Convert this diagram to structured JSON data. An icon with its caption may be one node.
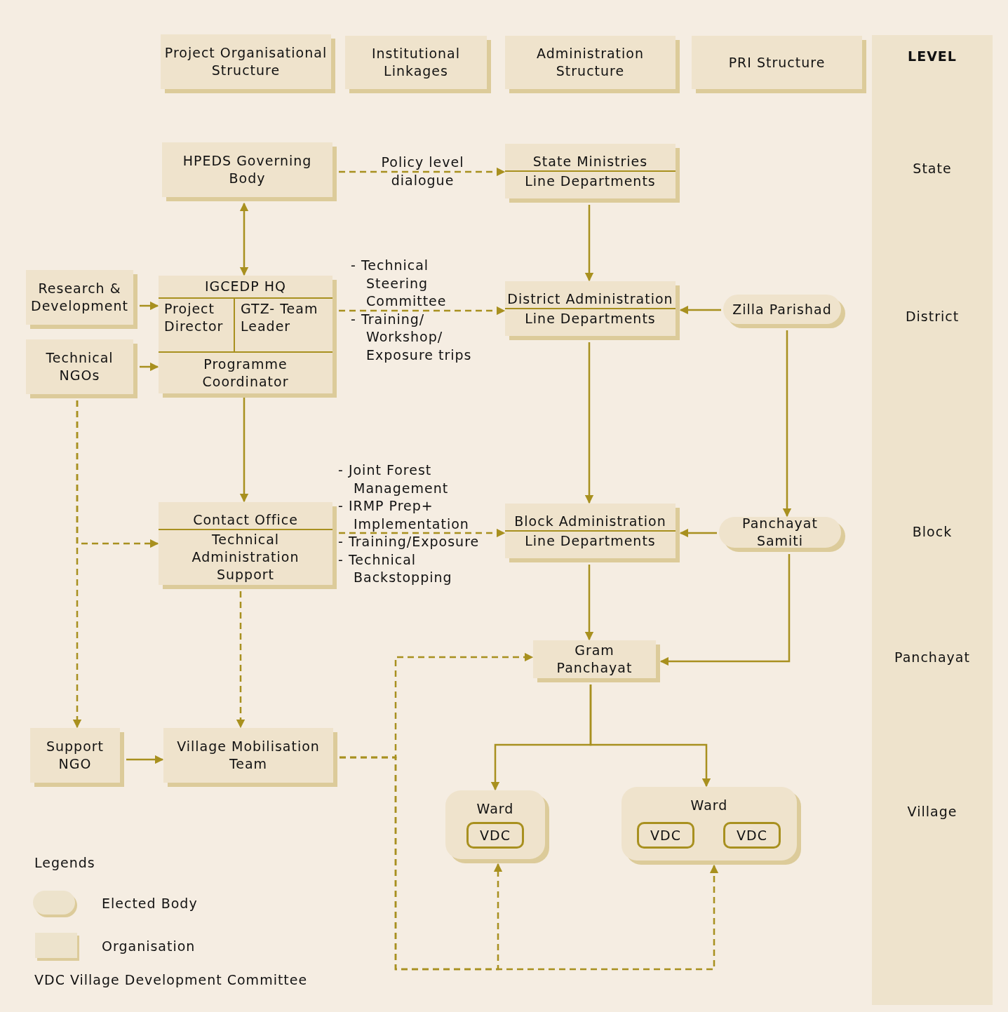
{
  "diagram": {
    "nodes": [
      {
        "text": [
          "Project Organisational Structure"
        ]
      },
      {
        "text": [
          "Institutional Linkages"
        ]
      },
      {
        "text": [
          "Administration Structure"
        ]
      },
      {
        "text": [
          "PRI Structure"
        ]
      },
      {
        "text": [
          "LEVEL",
          "State",
          "District",
          "Block",
          "Panchayat",
          "Village"
        ]
      },
      {
        "text": [
          "HPEDS Governing Body"
        ]
      },
      {
        "text": [
          "State Ministries",
          "Line Departments"
        ]
      },
      {
        "text": [
          "Research & Development"
        ]
      },
      {
        "text": [
          "IGCEDP HQ"
        ]
      },
      {
        "text": [
          "Project Director"
        ],
        "in": 8
      },
      {
        "text": [
          "GTZ- Team Leader"
        ],
        "in": 8
      },
      {
        "text": [
          "Programme Coordinator"
        ],
        "in": 8
      },
      {
        "text": [
          "Technical NGOs"
        ]
      },
      {
        "text": [
          "District Administration",
          "Line Departments"
        ]
      },
      {
        "text": [
          "Zilla Parishad"
        ]
      },
      {
        "text": [
          "Contact Office",
          "Technical Administration Support"
        ]
      },
      {
        "text": [
          "Block Administration",
          "Line Departments"
        ]
      },
      {
        "text": [
          "Panchayat Samiti"
        ]
      },
      {
        "text": [
          "Gram Panchayat"
        ]
      },
      {
        "text": [
          "Support NGO"
        ]
      },
      {
        "text": [
          "Village Mobilisation Team"
        ]
      },
      {
        "text": [
          "Ward"
        ]
      },
      {
        "text": [
          "VDC"
        ],
        "in": 21
      },
      {
        "text": [
          "Ward"
        ]
      },
      {
        "text": [
          "VDC"
        ],
        "in": 23
      },
      {
        "text": [
          "VDC"
        ],
        "in": 23
      }
    ],
    "edges": [
      {
        "from": 5,
        "to": 6,
        "arrow": "to",
        "style": "dashed",
        "label": "Policy level dialogue"
      },
      {
        "from": 5,
        "to": 8,
        "arrow": "both"
      },
      {
        "from": 6,
        "to": 13,
        "arrow": "to"
      },
      {
        "from": 7,
        "to": 9,
        "arrow": "to"
      },
      {
        "from": 12,
        "to": 11,
        "arrow": "to"
      },
      {
        "from": 8,
        "to": 13,
        "arrow": "to",
        "style": "dashed",
        "label": "- Technical Steering Committee - Training/ Workshop/ Exposure trips"
      },
      {
        "from": 14,
        "to": 13,
        "arrow": "to"
      },
      {
        "from": 13,
        "to": 16,
        "arrow": "to"
      },
      {
        "from": 14,
        "to": 17,
        "arrow": "to"
      },
      {
        "from": 11,
        "to": 15,
        "arrow": "to"
      },
      {
        "from": 12,
        "to": 15,
        "arrow": "to",
        "style": "dashed"
      },
      {
        "from": 12,
        "to": 19,
        "arrow": "to",
        "style": "dashed"
      },
      {
        "from": 15,
        "to": 16,
        "arrow": "to",
        "style": "dashed",
        "label": "- Joint Forest Management - IRMP Prep+ Implementation - Training/Exposure - Technical Backstopping"
      },
      {
        "from": 17,
        "to": 16,
        "arrow": "to"
      },
      {
        "from": 16,
        "to": 18,
        "arrow": "to"
      },
      {
        "from": 17,
        "to": 18,
        "arrow": "to"
      },
      {
        "from": 15,
        "to": 20,
        "arrow": "to",
        "style": "dashed"
      },
      {
        "from": 19,
        "to": 20,
        "arrow": "to"
      },
      {
        "from": 20,
        "to": 18,
        "arrow": "to",
        "style": "dashed"
      },
      {
        "from": 20,
        "to": 21,
        "arrow": "to",
        "style": "dashed"
      },
      {
        "from": 20,
        "to": 23,
        "arrow": "to",
        "style": "dashed"
      },
      {
        "from": 18,
        "to": 21,
        "arrow": "to"
      },
      {
        "from": 18,
        "to": 23,
        "arrow": "to"
      }
    ],
    "labels": [
      "Legends",
      "VDC Village Development Committee"
    ],
    "legend": [
      {
        "text": "Elected Body",
        "color": "#ede3cc"
      },
      {
        "text": "Organisation",
        "color": "#ede3cc"
      }
    ]
  }
}
